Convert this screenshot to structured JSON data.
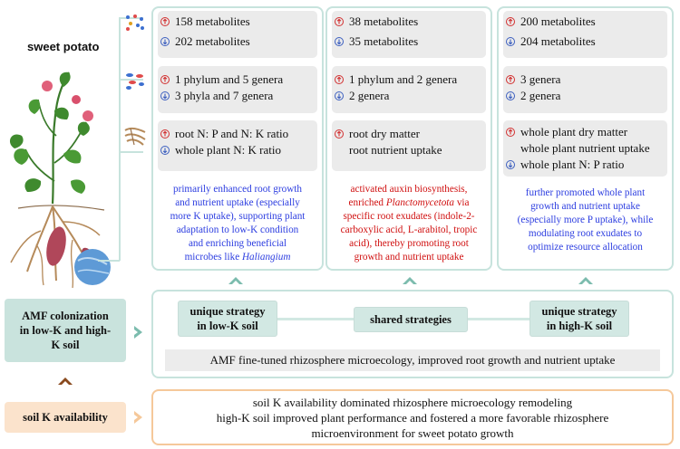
{
  "plant_label": "sweet potato",
  "columns": [
    {
      "metabolites": [
        "158 metabolites",
        "202 metabolites"
      ],
      "microbes": [
        "1 phylum and 5 genera",
        "3 phyla and 7 genera"
      ],
      "growth": [
        "root N: P and N: K ratio",
        "whole plant N: K ratio"
      ],
      "summary_lines": [
        "primarily enhanced root growth",
        "and nutrient uptake (especially",
        "more K uptake), supporting plant",
        "adaptation to low-K condition",
        "and enriching beneficial"
      ],
      "summary_last_prefix": "microbes like ",
      "summary_last_italic": "Haliangium"
    },
    {
      "metabolites": [
        "38 metabolites",
        "35 metabolites"
      ],
      "microbes": [
        "1 phylum and 2 genera",
        "2 genera"
      ],
      "growth": [
        "root dry matter",
        "root nutrient uptake"
      ],
      "summary_line1": "activated auxin biosynthesis,",
      "summary_line2_prefix": "enriched ",
      "summary_line2_italic": "Planctomycetota",
      "summary_line2_suffix": " via",
      "summary_lines_rest": [
        "specific root exudates (indole-2-",
        "carboxylic acid, L-arabitol, tropic",
        "acid), thereby promoting root",
        "growth and nutrient uptake"
      ]
    },
    {
      "metabolites": [
        "200 metabolites",
        "204 metabolites"
      ],
      "microbes": [
        "3 genera",
        "2 genera"
      ],
      "growth": [
        "whole plant dry matter",
        "whole plant nutrient uptake",
        "whole plant N: P ratio"
      ],
      "summary_lines": [
        "further promoted whole plant",
        "growth and nutrient uptake",
        "(especially more P uptake), while",
        "modulating root exudates to",
        "optimize resource allocation"
      ]
    }
  ],
  "amf": {
    "label_lines": [
      "AMF colonization",
      "in low-K and high-",
      "K soil"
    ],
    "strategy_low_lines": [
      "unique strategy",
      "in low-K soil"
    ],
    "strategy_shared": "shared strategies",
    "strategy_high_lines": [
      "unique strategy",
      "in high-K soil"
    ],
    "summary": "AMF fine-tuned rhizosphere microecology, improved root growth and nutrient uptake"
  },
  "soil": {
    "label": "soil K availability",
    "lines": [
      "soil K availability dominated rhizosphere microecology remodeling",
      "high-K soil improved plant performance and fostered a more favorable rhizosphere",
      "microenvironment for sweet potato growth"
    ]
  },
  "colors": {
    "teal_border": "#c7e3dd",
    "teal_fill": "#d2e8e3",
    "amf_box": "#c9e3dd",
    "orange_border": "#f5c89a",
    "orange_fill": "#fbe3cc",
    "up_arrow": "#d23030",
    "down_arrow": "#3c5fbf",
    "summary_blue": "#2c3de0",
    "summary_red": "#d01010"
  },
  "icons": [
    "metabolite-dots-icon",
    "microbe-cells-icon",
    "root-sample-icon",
    "sweet-potato-plant-icon",
    "up-arrow-icon",
    "down-arrow-icon"
  ]
}
